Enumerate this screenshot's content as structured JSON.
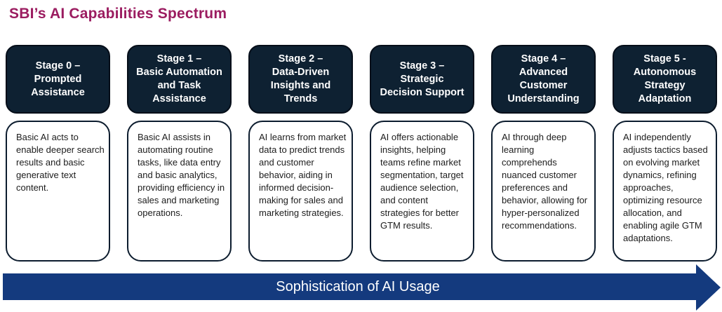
{
  "title": "SBI’s AI Capabilities Spectrum",
  "colors": {
    "title_magenta": "#9b1c60",
    "stage_header_bg": "#0e2132",
    "stage_header_border": "#050e19",
    "stage_body_border": "#0c1c2e",
    "arrow_blue": "#143a7e",
    "header_text": "#ffffff",
    "body_text": "#1c1c1c"
  },
  "stages": [
    {
      "header": "Stage 0 –\nPrompted\nAssistance",
      "body": "Basic AI acts to enable deeper search results and basic generative text content."
    },
    {
      "header": "Stage 1 –\nBasic Automation\nand Task\nAssistance",
      "body": "Basic AI assists in automating routine tasks, like data entry and basic analytics, providing efficiency in sales and marketing operations."
    },
    {
      "header": "Stage 2 –\nData-Driven\nInsights and\nTrends",
      "body": "AI learns from market data to predict trends and customer behavior, aiding in informed decision-making for sales and marketing strategies."
    },
    {
      "header": "Stage 3 –\nStrategic\nDecision Support",
      "body": "AI offers actionable insights, helping teams refine market segmentation, target audience selection, and content strategies for better GTM results."
    },
    {
      "header": "Stage 4 –\nAdvanced\nCustomer\nUnderstanding",
      "body": "AI through deep learning comprehends nuanced customer preferences and behavior, allowing for hyper-personalized recommendations."
    },
    {
      "header": "Stage 5 -\nAutonomous\nStrategy\nAdaptation",
      "body": "AI independently adjusts tactics based on evolving market dynamics, refining approaches, optimizing resource allocation, and enabling agile GTM adaptations."
    }
  ],
  "arrow": {
    "label": "Sophistication of AI Usage"
  }
}
